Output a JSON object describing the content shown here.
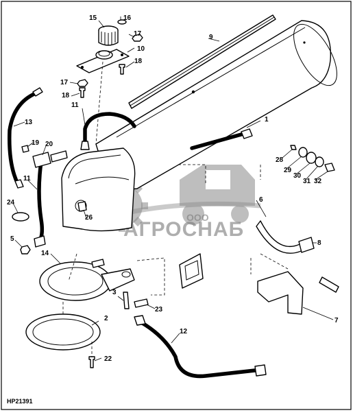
{
  "diagram": {
    "figure_code": "HP21391",
    "watermark": {
      "prefix": "ООО",
      "name": "АГРОСНАБ"
    },
    "callouts": [
      {
        "id": "c1",
        "label": "1"
      },
      {
        "id": "c2",
        "label": "2"
      },
      {
        "id": "c3",
        "label": "3"
      },
      {
        "id": "c5",
        "label": "5"
      },
      {
        "id": "c6",
        "label": "6"
      },
      {
        "id": "c7",
        "label": "7"
      },
      {
        "id": "c8",
        "label": "8"
      },
      {
        "id": "c9",
        "label": "9"
      },
      {
        "id": "c10",
        "label": "10"
      },
      {
        "id": "c11a",
        "label": "11"
      },
      {
        "id": "c11b",
        "label": "11"
      },
      {
        "id": "c12",
        "label": "12"
      },
      {
        "id": "c13",
        "label": "13"
      },
      {
        "id": "c14",
        "label": "14"
      },
      {
        "id": "c15",
        "label": "15"
      },
      {
        "id": "c16",
        "label": "16"
      },
      {
        "id": "c17a",
        "label": "17"
      },
      {
        "id": "c17b",
        "label": "17"
      },
      {
        "id": "c18a",
        "label": "18"
      },
      {
        "id": "c18b",
        "label": "18"
      },
      {
        "id": "c19",
        "label": "19"
      },
      {
        "id": "c20",
        "label": "20"
      },
      {
        "id": "c22",
        "label": "22"
      },
      {
        "id": "c23",
        "label": "23"
      },
      {
        "id": "c24",
        "label": "24"
      },
      {
        "id": "c26",
        "label": "26"
      },
      {
        "id": "c28",
        "label": "28"
      },
      {
        "id": "c29",
        "label": "29"
      },
      {
        "id": "c30",
        "label": "30"
      },
      {
        "id": "c31",
        "label": "31"
      },
      {
        "id": "c32",
        "label": "32"
      }
    ]
  }
}
